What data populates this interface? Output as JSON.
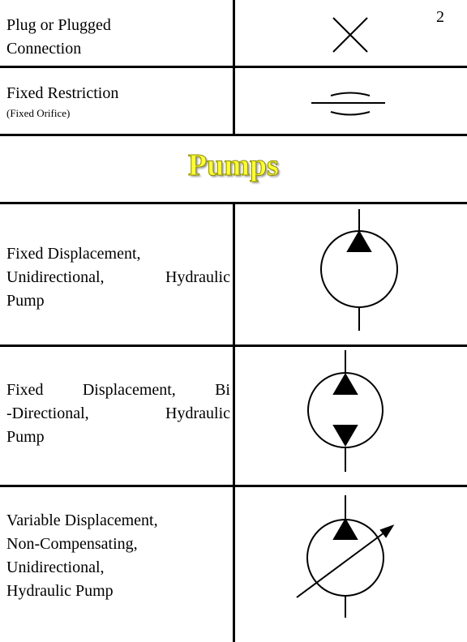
{
  "page_number": "2",
  "rows": [
    {
      "label_lines": [
        "Plug or Plugged",
        "Connection"
      ],
      "icon": "plug-symbol-icon"
    },
    {
      "label_lines": [
        "Fixed Restriction"
      ],
      "sublabel": "(Fixed Orifice)",
      "icon": "fixed-restriction-symbol-icon"
    }
  ],
  "section_heading": "Pumps",
  "pumps": [
    {
      "label_lines": [
        "Fixed Displacement,",
        "Unidirectional, Hydraulic",
        "Pump"
      ],
      "icon": "fixed-unidirectional-pump-icon"
    },
    {
      "label_lines": [
        "Fixed Displacement, Bi",
        "-Directional, Hydraulic",
        "Pump"
      ],
      "icon": "fixed-bidirectional-pump-icon"
    },
    {
      "label_lines": [
        "Variable Displacement,",
        "Non-Compensating,",
        "Unidirectional,",
        "Hydraulic Pump"
      ],
      "icon": "variable-displacement-pump-icon"
    }
  ],
  "colors": {
    "heading": "#ffff33",
    "lines": "#000000"
  }
}
